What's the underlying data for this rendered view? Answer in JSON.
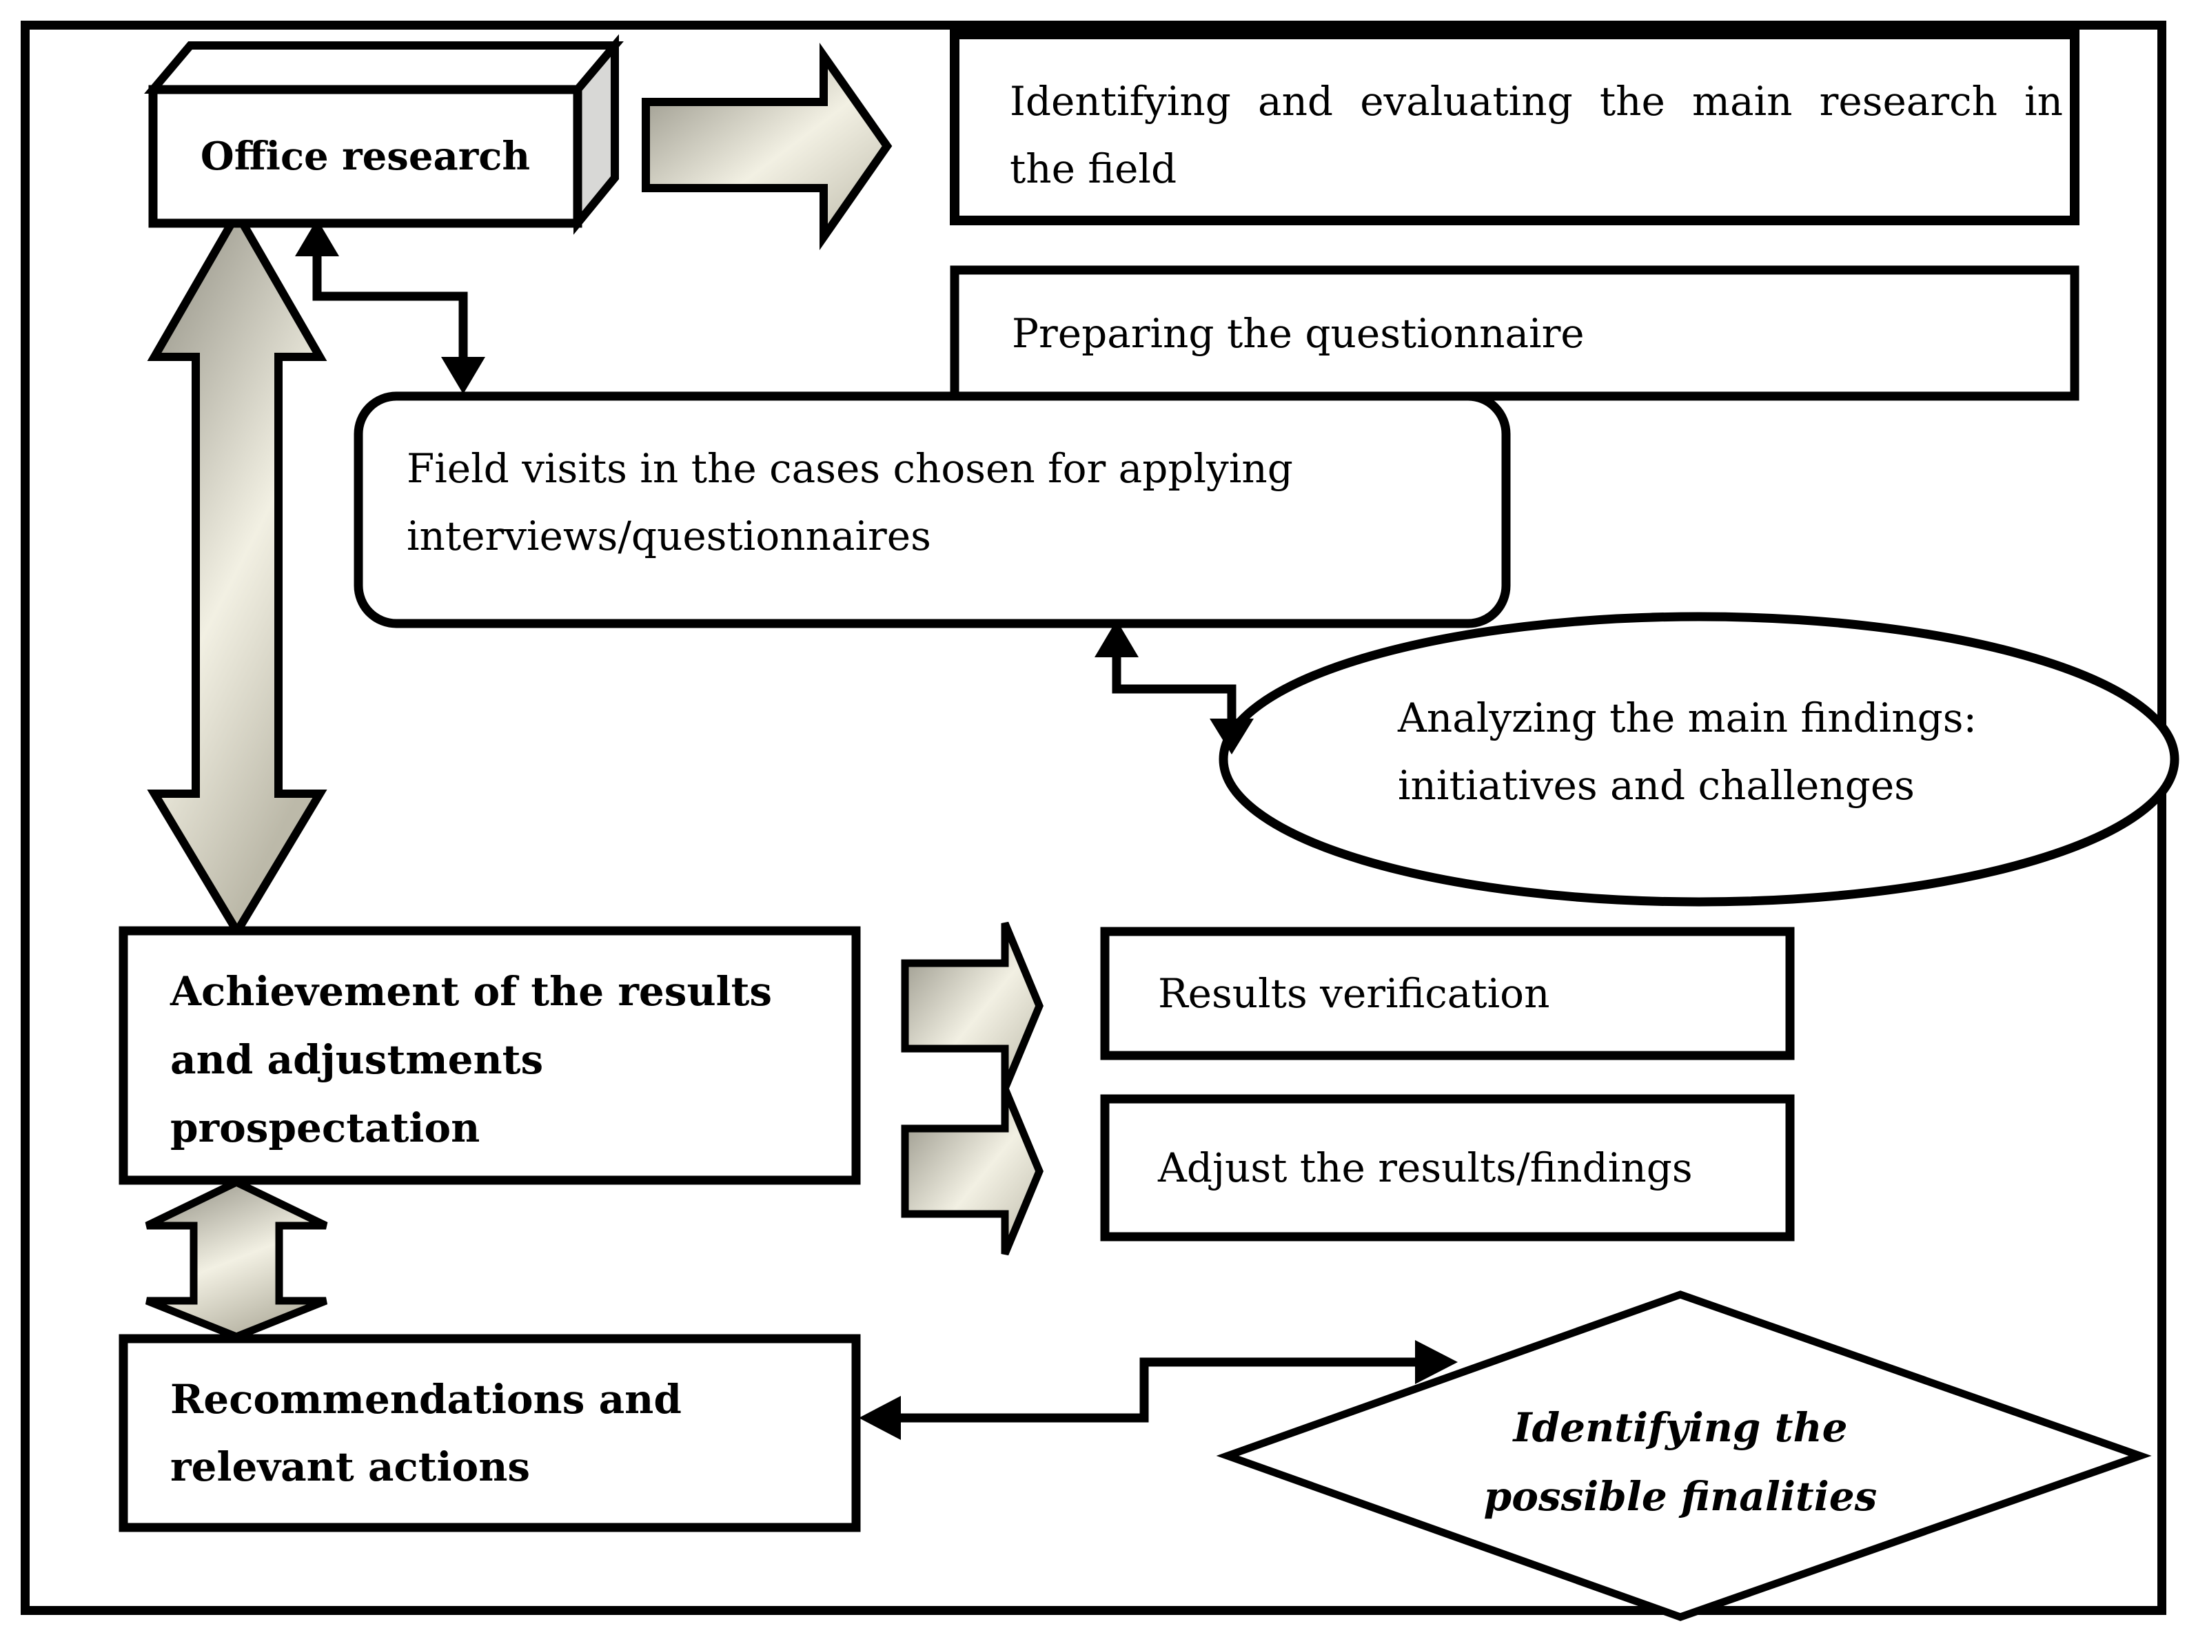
{
  "figure": {
    "type": "flowchart",
    "description": "research process flow diagram"
  },
  "colors": {
    "stroke": "#000000",
    "shape_fill": "#ffffff",
    "gradient_dark": "#8d8b7f",
    "gradient_light": "#f2f0e3",
    "gradient_mid": "#bcb9a9",
    "cube_side": "#d8d8d6"
  },
  "nodes": {
    "office": {
      "label": "Office research",
      "shape": "cube"
    },
    "identifying": {
      "lines": [
        "Identifying and evaluating the main research in",
        "the field"
      ],
      "shape": "rectangle"
    },
    "preparing": {
      "label": "Preparing the questionnaire",
      "shape": "rectangle"
    },
    "field_visits": {
      "lines": [
        "Field visits in the cases chosen for applying",
        "interviews/questionnaires"
      ],
      "shape": "rounded-rectangle"
    },
    "analyzing": {
      "lines": [
        "Analyzing the main findings:",
        "initiatives and challenges"
      ],
      "shape": "ellipse"
    },
    "achievement": {
      "lines": [
        "Achievement of the results",
        "and adjustments",
        "prospectation"
      ],
      "shape": "rectangle"
    },
    "results_verification": {
      "label": "Results verification",
      "shape": "rectangle"
    },
    "adjust_results": {
      "label": "Adjust the results/findings",
      "shape": "rectangle"
    },
    "recommendations": {
      "lines": [
        "Recommendations and",
        "relevant actions"
      ],
      "shape": "rectangle"
    },
    "finalities": {
      "lines": [
        "Identifying the",
        "possible finalities"
      ],
      "shape": "diamond"
    }
  }
}
